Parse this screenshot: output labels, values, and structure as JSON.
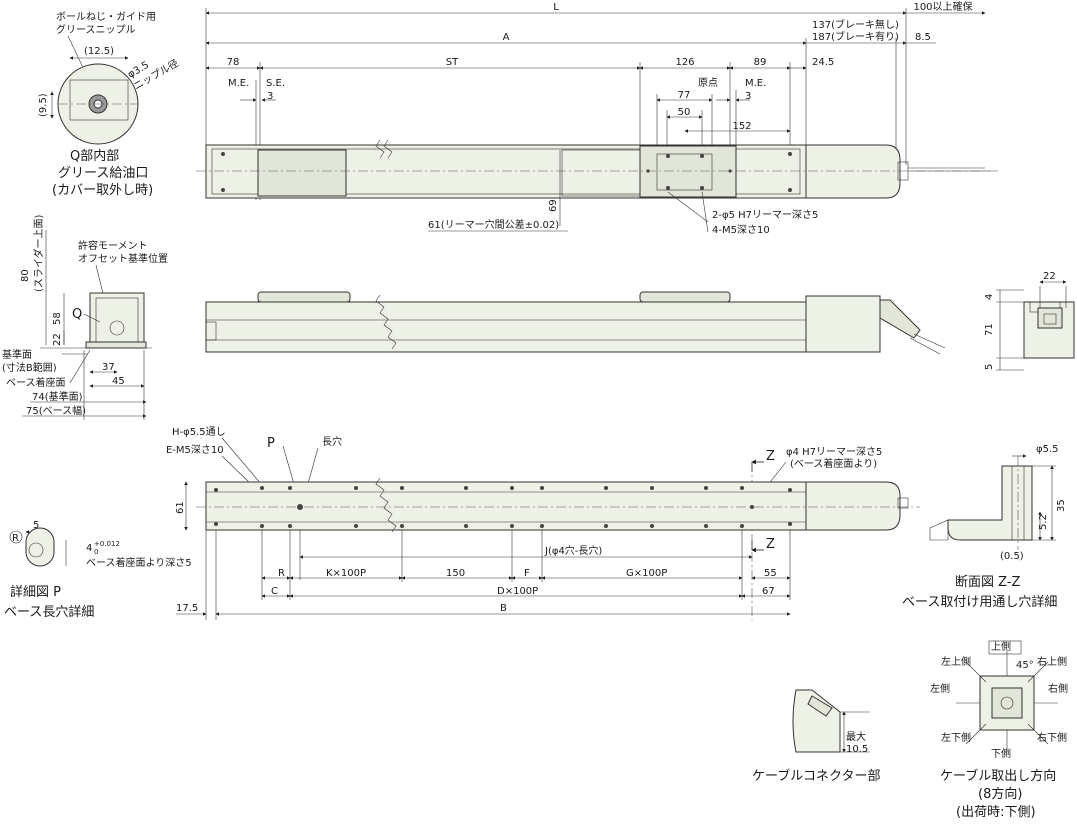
{
  "top_view": {
    "L": "L",
    "A": "A",
    "dim_137": "137(ブレーキ無し)",
    "dim_187": "187(ブレーキ有り)",
    "dim_100": "100以上確保",
    "dim_8_5": "8.5",
    "dim_78": "78",
    "dim_ST": "ST",
    "dim_126": "126",
    "dim_89": "89",
    "dim_24_5": "24.5",
    "ME": "M.E.",
    "SE": "S.E.",
    "dim_3": "3",
    "origin": "原点",
    "ME2": "M.E.",
    "dim_3b": "3",
    "dim_77": "77",
    "dim_50": "50",
    "dim_152": "152",
    "dim_69": "69",
    "reamer_tol": "61(リーマー穴間公差±0.02)",
    "reamer_holes": "2-φ5 H7リーマー深さ5",
    "m5_depth": "4-M5深さ10"
  },
  "q_detail": {
    "nipple": "ボールねじ・ガイド用",
    "nipple2": "グリースニップル",
    "dim_12_5": "(12.5)",
    "dim_3_5": "φ3.5",
    "nipple_dia": "ニップル径",
    "dim_9_5": "(9.5)",
    "cap1": "Q部内部",
    "cap2": "グリース給油口",
    "cap3": "(カバー取外し時)"
  },
  "end_view": {
    "dim_80": "80",
    "slider_top": "(スライダー上面)",
    "moment": "許容モーメント",
    "moment2": "オフセット基準位置",
    "Q": "Q",
    "dim_58": "58",
    "dim_22": "22",
    "ref_surface": "基準面",
    "ref_surface2": "(寸法B範囲)",
    "base_seat": "ベース着座面",
    "dim_37": "37",
    "dim_45": "45",
    "dim_74": "74(基準面)",
    "dim_75": "75(ベース幅)"
  },
  "right_end": {
    "dim_22": "22",
    "dim_4": "4",
    "dim_71": "71",
    "dim_5": "5"
  },
  "bottom_view": {
    "H": "H-φ5.5通し",
    "E": "E-M5深さ10",
    "P": "P",
    "slot": "長穴",
    "phi4": "φ4 H7リーマー深さ5",
    "phi4b": "(ベース着座面より)",
    "Z1": "Z",
    "Z2": "Z",
    "dim_61": "61",
    "J": "J(φ4穴-長穴)",
    "R": "R",
    "K": "K×100P",
    "dim_150": "150",
    "F": "F",
    "G": "G×100P",
    "dim_55": "55",
    "C": "C",
    "D": "D×100P",
    "dim_67": "67",
    "dim_17_5": "17.5",
    "B": "B"
  },
  "p_detail": {
    "dim_5": "5",
    "R": "R",
    "tol": "4",
    "tol_sup": "+0.012",
    "tol_sub": "0",
    "depth": "ベース着座面より深さ5",
    "cap1": "詳細図 P",
    "cap2": "ベース長穴詳細"
  },
  "zz_section": {
    "dia": "φ5.5",
    "dim_35": "35",
    "dim_5_2": "5.2",
    "dim_0_5": "(0.5)",
    "cap1": "断面図 Z-Z",
    "cap2": "ベース取付け用通し穴詳細"
  },
  "connector": {
    "max": "最大",
    "dim": "10.5",
    "cap": "ケーブルコネクター部"
  },
  "direction": {
    "top": "上側",
    "top_left": "左上側",
    "top_right": "右上側",
    "left": "左側",
    "right": "右側",
    "bottom_left": "左下側",
    "bottom_right": "右下側",
    "bottom": "下側",
    "angle": "45°",
    "cap1": "ケーブル取出し方向",
    "cap2": "(8方向)",
    "cap3": "(出荷時:下側)"
  }
}
